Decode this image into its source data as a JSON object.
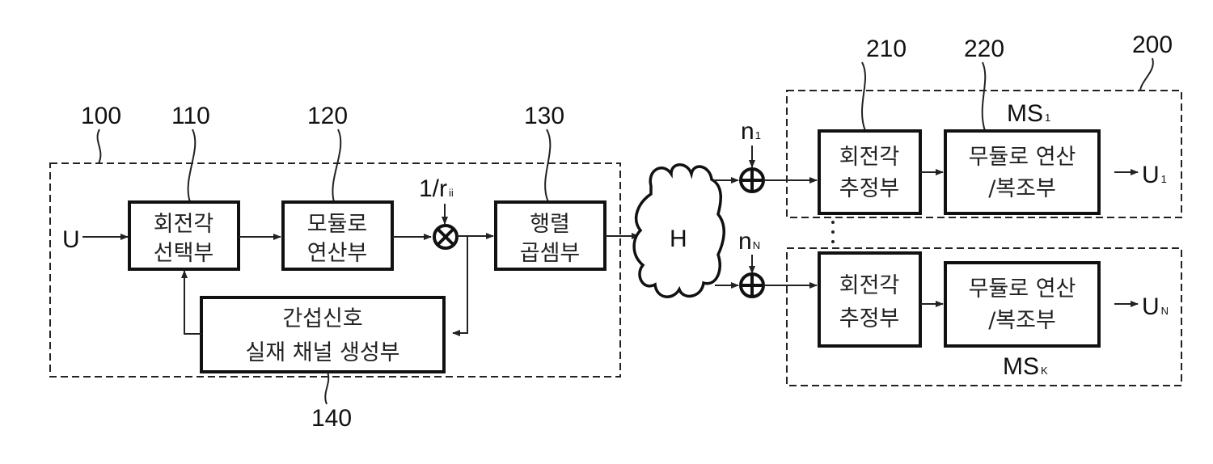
{
  "diagram": {
    "transmitter": {
      "ref": "100",
      "input_label": "U",
      "blocks": [
        {
          "ref": "110",
          "line1": "회전각",
          "line2": "선택부"
        },
        {
          "ref": "120",
          "line1": "모듈로",
          "line2": "연산부"
        },
        {
          "ref": "130",
          "line1": "행렬",
          "line2": "곱셈부"
        },
        {
          "ref": "140",
          "line1": "간섭신호",
          "line2": "실재 채널 생성부"
        }
      ],
      "multiplier_input": {
        "main": "1/r",
        "sub": "ii"
      }
    },
    "channel": {
      "label": "H"
    },
    "noise": [
      {
        "main": "n",
        "sub": "1"
      },
      {
        "main": "n",
        "sub": "N"
      }
    ],
    "receiver": {
      "ref": "200",
      "block_refs": [
        "210",
        "220"
      ],
      "stations": [
        {
          "name": "MS",
          "sub": "1",
          "est_line1": "회전각",
          "est_line2": "추정부",
          "dem_line1": "무듈로 연산",
          "dem_line2": "/복조부",
          "output": "U",
          "output_sub": "1"
        },
        {
          "name": "MS",
          "sub": "K",
          "est_line1": "회전각",
          "est_line2": "추정부",
          "dem_line1": "무듈로 연산",
          "dem_line2": "/복조부",
          "output": "U",
          "output_sub": "N"
        }
      ]
    }
  }
}
